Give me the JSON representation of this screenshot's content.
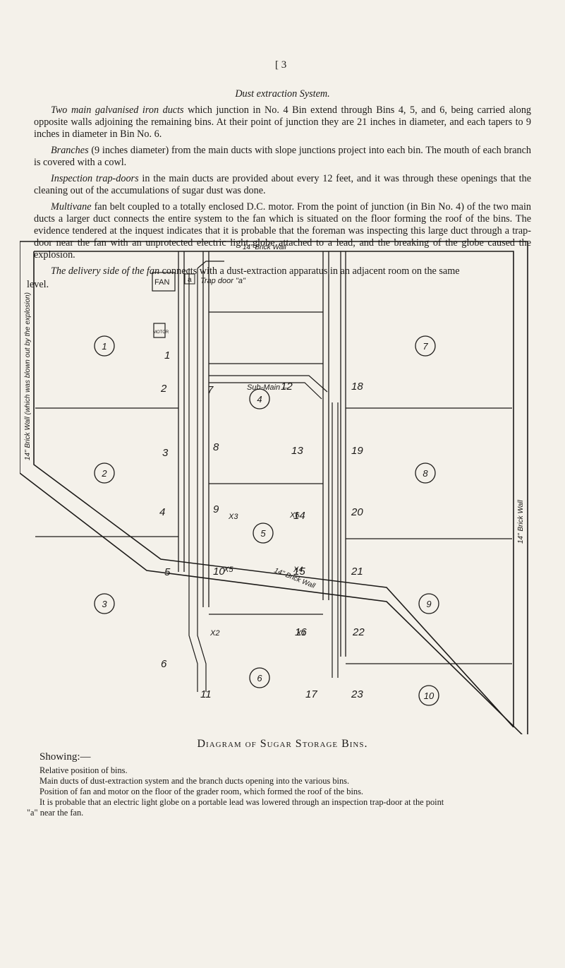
{
  "page_number": "[ 3",
  "section_title": "Dust extraction System.",
  "paragraphs": [
    {
      "lead": "Two main galvanised iron ducts",
      "rest": " which junction in No. 4 Bin extend through Bins 4, 5, and 6, being carried along opposite walls adjoining the remaining bins. At their point of junction they are 21 inches in diameter, and each tapers to 9 inches in diameter in Bin No. 6."
    },
    {
      "lead": "Branches",
      "rest": " (9 inches diameter) from the main ducts with slope junctions project into each bin. The mouth of each branch is covered with a cowl."
    },
    {
      "lead": "Inspection trap-doors",
      "rest": " in the main ducts are provided about every 12 feet, and it was through these openings that the cleaning out of the accumulations of sugar dust was done."
    },
    {
      "lead": "Multivane",
      "rest": " fan belt coupled to a totally enclosed D.C. motor. From the point of junction (in Bin No. 4) of the two main ducts a larger duct connects the entire system to the fan which is situated on the floor forming the roof of the bins. The evidence tendered at the inquest indicates that it is probable that the foreman was inspecting this large duct through a trap-door near the fan with an unprotected electric light globe attached to a lead, and the breaking of the globe caused the explosion."
    },
    {
      "lead": "The delivery side of the fan",
      "rest": " connects with a dust-extraction apparatus in an adjacent room on the same"
    }
  ],
  "last_word": "level.",
  "diagram": {
    "top_wall_label": "14\" Brick Wall",
    "left_wall_label": "14\" Brick Wall (which was blown out by the explosion)",
    "right_wall_label": "14\" Brick Wall",
    "bottom_wall_label": "14\" Brick Wall",
    "fan_label": "FAN",
    "motor_label": "MOTOR",
    "trap_door_marker": "a",
    "trap_door_label": "Trap door \"a\"",
    "sub_main_label": "Sub-Main",
    "sub_main_arrow": "←",
    "bins": [
      "1",
      "2",
      "3",
      "4",
      "5",
      "6",
      "7",
      "8",
      "9",
      "10"
    ],
    "branches": [
      "1",
      "2",
      "3",
      "4",
      "5",
      "6",
      "7",
      "8",
      "9",
      "10",
      "11",
      "12",
      "13",
      "14",
      "15",
      "16",
      "17",
      "18",
      "19",
      "20",
      "21",
      "22",
      "23"
    ],
    "points": [
      "X1",
      "X2",
      "X3",
      "X4",
      "X5",
      "X6"
    ]
  },
  "caption": "Diagram of Sugar Storage Bins.",
  "notes": {
    "showing": "Showing:—",
    "lines": [
      "Relative position of bins.",
      "Main ducts of dust-extraction system and the branch ducts opening into the various bins.",
      "Position of fan and motor on the floor of the grader room, which formed the roof of the bins.",
      "It is probable that an electric light globe on a portable lead was lowered through an inspection trap-door at the point"
    ],
    "last_line": "\"a\" near the fan."
  }
}
